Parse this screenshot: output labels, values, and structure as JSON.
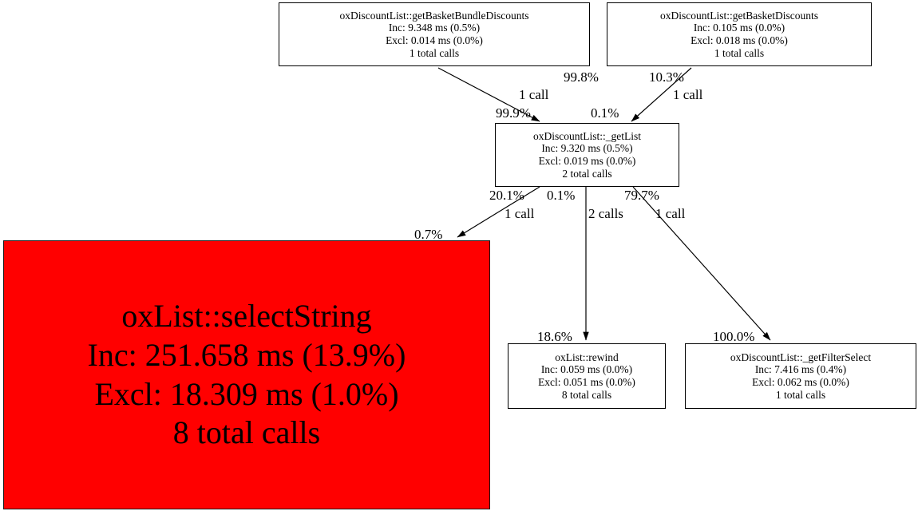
{
  "graph": {
    "type": "call-graph",
    "title": "Profiler call graph (gprof2dot style)",
    "highlight_color": "#ff0000",
    "background_color": "#ffffff",
    "nodes": [
      {
        "id": "getBasketBundleDiscounts",
        "name": "oxDiscountList::getBasketBundleDiscounts",
        "inclusive": "Inc: 9.348 ms (0.5%)",
        "exclusive": "Excl: 0.014 ms (0.0%)",
        "calls": "1 total calls",
        "highlighted": false
      },
      {
        "id": "getBasketDiscounts",
        "name": "oxDiscountList::getBasketDiscounts",
        "inclusive": "Inc: 0.105 ms (0.0%)",
        "exclusive": "Excl: 0.018 ms (0.0%)",
        "calls": "1 total calls",
        "highlighted": false
      },
      {
        "id": "_getList",
        "name": "oxDiscountList::_getList",
        "inclusive": "Inc: 9.320 ms (0.5%)",
        "exclusive": "Excl: 0.019 ms (0.0%)",
        "calls": "2 total calls",
        "highlighted": false
      },
      {
        "id": "selectString",
        "name": "oxList::selectString",
        "inclusive": "Inc: 251.658 ms (13.9%)",
        "exclusive": "Excl: 18.309 ms (1.0%)",
        "calls": "8 total calls",
        "highlighted": true
      },
      {
        "id": "rewind",
        "name": "oxList::rewind",
        "inclusive": "Inc: 0.059 ms (0.0%)",
        "exclusive": "Excl: 0.051 ms (0.0%)",
        "calls": "8 total calls",
        "highlighted": false
      },
      {
        "id": "_getFilterSelect",
        "name": "oxDiscountList::_getFilterSelect",
        "inclusive": "Inc: 7.416 ms (0.4%)",
        "exclusive": "Excl: 0.062 ms (0.0%)",
        "calls": "1 total calls",
        "highlighted": false
      }
    ],
    "edges": [
      {
        "id": "e1",
        "from": "getBasketBundleDiscounts",
        "to": "_getList",
        "tail_percent": "99.8%",
        "calls": "1 call",
        "head_percent": "99.9%"
      },
      {
        "id": "e2",
        "from": "getBasketDiscounts",
        "to": "_getList",
        "tail_percent": "10.3%",
        "calls": "1 call",
        "head_percent": "0.1%"
      },
      {
        "id": "e3",
        "from": "_getList",
        "to": "selectString",
        "tail_percent": "20.1%",
        "calls": "1 call",
        "head_percent": "0.7%"
      },
      {
        "id": "e4",
        "from": "_getList",
        "to": "rewind",
        "tail_percent": "0.1%",
        "calls": "2 calls",
        "head_percent": "18.6%"
      },
      {
        "id": "e5",
        "from": "_getList",
        "to": "_getFilterSelect",
        "tail_percent": "79.7%",
        "calls": "1 call",
        "head_percent": "100.0%"
      }
    ]
  }
}
